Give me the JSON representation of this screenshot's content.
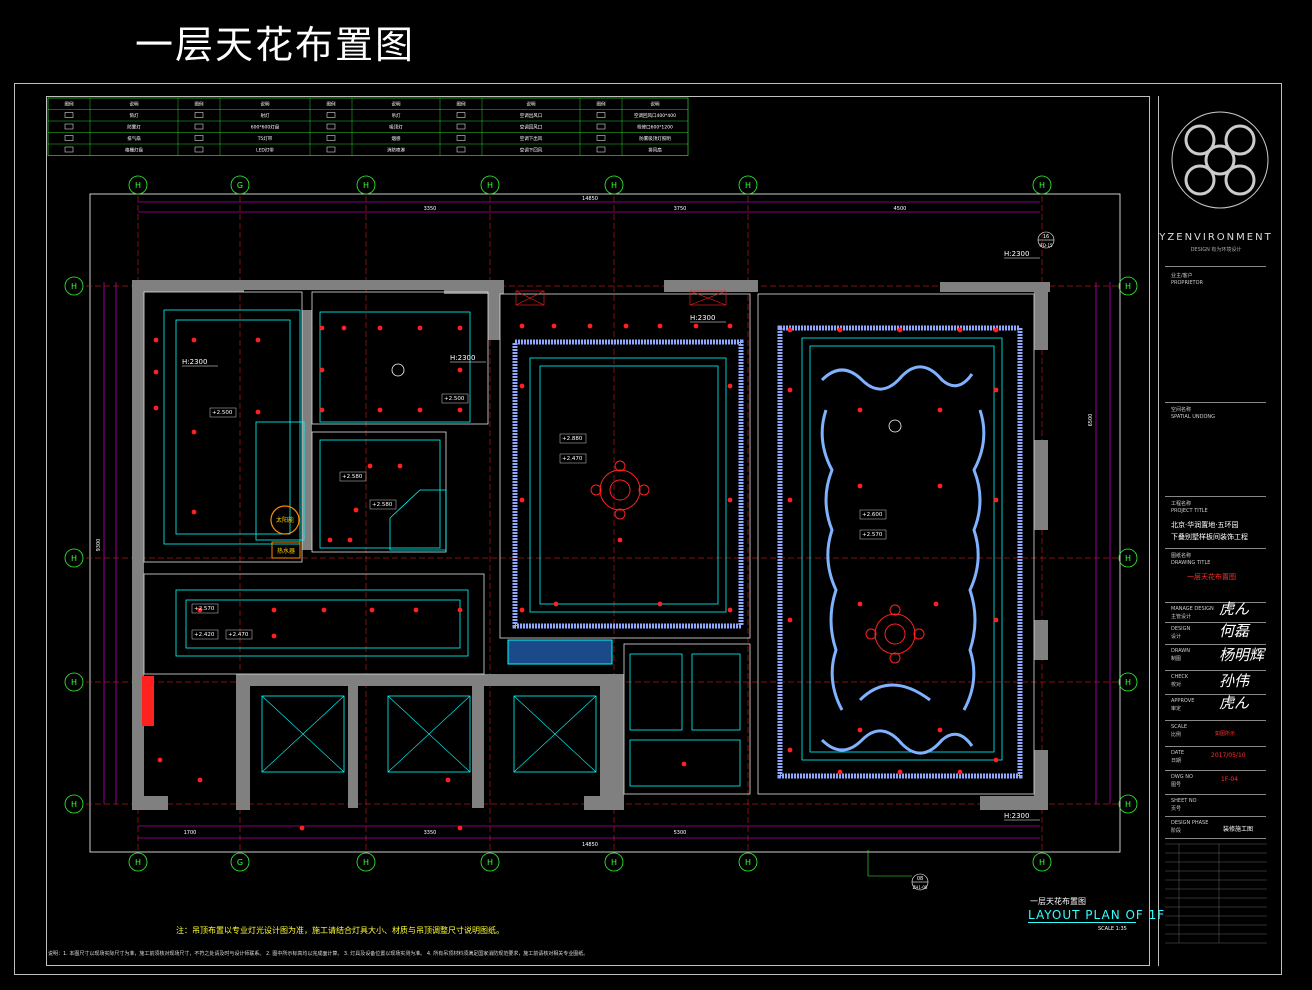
{
  "title": "一层天花布置图",
  "legend": {
    "headers": [
      "图例",
      "说明",
      "图例",
      "说明",
      "图例",
      "说明",
      "图例",
      "说明",
      "图例",
      "说明"
    ],
    "rows": [
      [
        "",
        "筒灯",
        "",
        "射灯",
        "",
        "吊灯",
        "",
        "空调出风口",
        "",
        "空调回风口400*400"
      ],
      [
        "",
        "防雾灯",
        "",
        "600*600灯盘",
        "",
        "吸顶灯",
        "",
        "空调回风口",
        "",
        "检修口600*1200"
      ],
      [
        "",
        "排气扇",
        "",
        "T5灯带",
        "",
        "烟感",
        "",
        "空调下出风",
        "",
        "防雾吸顶灯照明"
      ],
      [
        "",
        "格栅灯盘",
        "",
        "LED灯带",
        "",
        "消防喷淋",
        "",
        "空调下回风",
        "",
        "排风扇"
      ]
    ]
  },
  "grid": {
    "top": [
      "H",
      "G",
      "H",
      "H",
      "H",
      "H",
      "H"
    ],
    "right": [
      "H",
      "H",
      "H",
      "H"
    ],
    "bottom": [
      "H",
      "G",
      "H",
      "H",
      "H",
      "H",
      "H"
    ]
  },
  "dimensions": {
    "overall_top": "14850",
    "overall_bottom": "14850",
    "segments_top": [
      "3350",
      "3750",
      "4500"
    ],
    "segments_bottom": [
      "1700",
      "3350",
      "5300"
    ],
    "left_total": "9300",
    "right_total": "6500"
  },
  "heights": [
    "H:2300",
    "H:2300",
    "H:2300",
    "H:2300",
    "H:2300",
    "H:2300"
  ],
  "level_tags": [
    "+2.500",
    "+2.500",
    "+2.580",
    "+2.580",
    "+2.880",
    "+2.470",
    "+2.600",
    "+2.570",
    "+2.570",
    "+2.420",
    "+2.470"
  ],
  "room_labels": {
    "sauna": "太阳能",
    "water_heater": "热水器"
  },
  "detail_tag": {
    "top": "16",
    "bottom": "IFD-15"
  },
  "section_tag": {
    "top": "08",
    "bottom": "ZH1-08"
  },
  "title_block": {
    "logo_text": "YZENVIRONMENT",
    "logo_sub": "DESIGN  有为环境设计",
    "proprietor_label": "业主/客户",
    "proprietor_en": "PROPRIETOR",
    "spatial_label": "空间名称",
    "spatial_en": "SPATIAL UNDONG",
    "project_label": "工程名称",
    "project_en": "PROJECT TITLE",
    "project_line1": "北京·华润置地·五环园",
    "project_line2": "下叠别墅样板间装饰工程",
    "drawing_label": "图纸名称",
    "drawing_en": "DRAWING TITLE",
    "drawing_title": "一层天花布置图",
    "manage_label": "MANAGE DESIGN",
    "manage_cn": "主管设计",
    "design_label": "DESIGN",
    "design_cn": "设计",
    "drawn_label": "DRAWN",
    "drawn_cn": "制图",
    "check_label": "CHECK",
    "check_cn": "校对",
    "approve_label": "APPROVE",
    "approve_cn": "审定",
    "scale_label": "SCALE",
    "scale_cn": "比例",
    "scale_value": "如图所示",
    "date_label": "DATE",
    "date_cn": "日期",
    "date_value": "2017/05/10",
    "drawing_no_label": "DWG NO",
    "drawing_no_cn": "图号",
    "drawing_no_value": "1F-04",
    "sheet_label": "SHEET NO",
    "sheet_cn": "页号",
    "stage_label": "DESIGN PHASE",
    "stage_cn": "阶段",
    "stage_value": "装修施工图"
  },
  "signatures": [
    "虎ん",
    "何磊",
    "杨明辉",
    "孙伟",
    "虎ん"
  ],
  "bottom_note": "注：吊顶布置以专业灯光设计图为准，施工请结合灯具大小、材质与吊顶调整尺寸说明图纸。",
  "general_notes": "说明：1. 本图尺寸以现场实际尺寸为准，施工前须核对现场尺寸，不符之处请及时与设计师联系。 2. 图中所示标高均以完成面计算。 3. 灯具及设备位置以现场实测为准。 4. 所有吊顶材料须满足国家消防规范要求，施工前请核对相关专业图纸。",
  "layout_title_cn": "一层天花布置图",
  "layout_title_en": "LAYOUT PLAN OF 1F",
  "layout_scale": "SCALE  1:35",
  "colors": {
    "wall": "#808080",
    "dimension": "#ff00ff",
    "grid": "#33ff33",
    "ceiling_line": "#00ffff",
    "light": "#ff0000",
    "ornament": "#7fb2ff"
  }
}
